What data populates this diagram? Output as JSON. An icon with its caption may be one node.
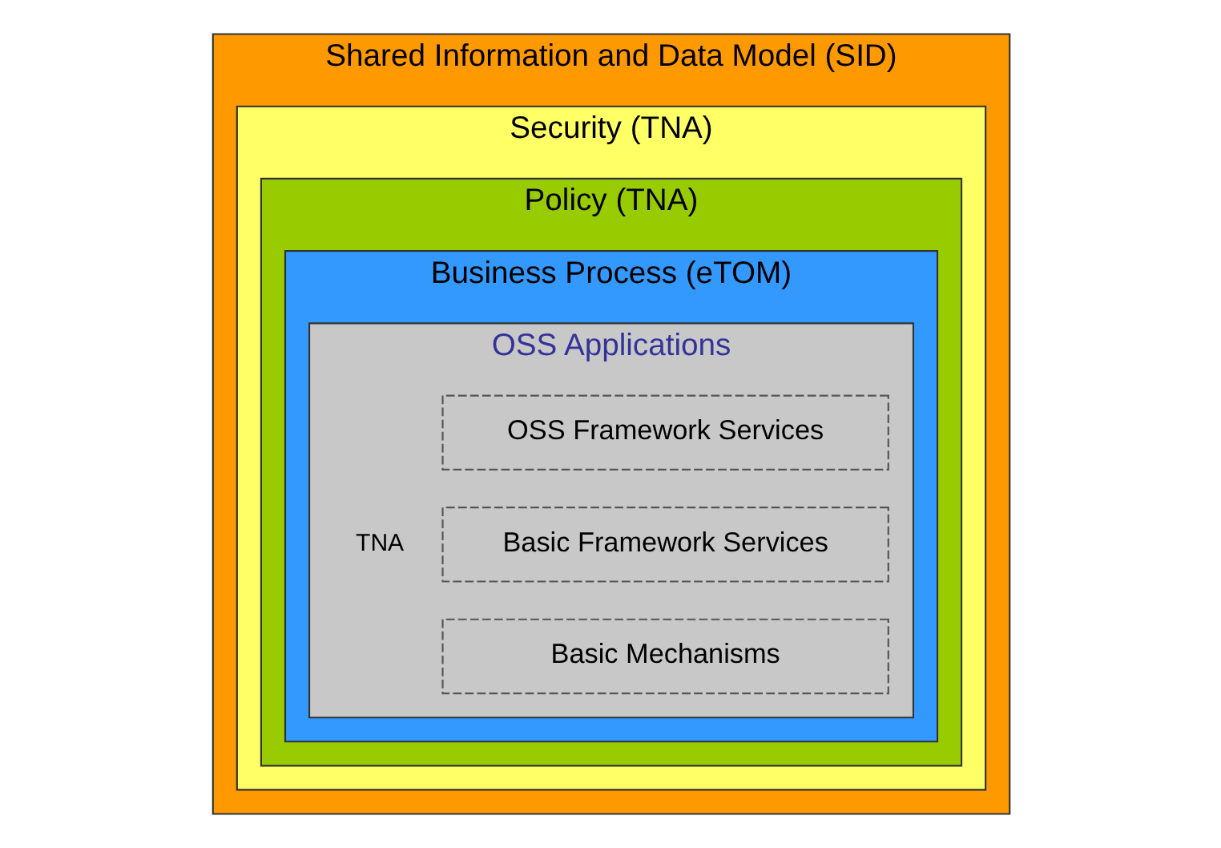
{
  "diagram": {
    "nodes": [
      {
        "text": [
          "Shared Information and Data Model (SID)"
        ]
      },
      {
        "text": [
          "Security (TNA)"
        ],
        "in": 0
      },
      {
        "text": [
          "Policy (TNA)"
        ],
        "in": 1
      },
      {
        "text": [
          "Business Process (eTOM)"
        ],
        "in": 2
      },
      {
        "text": [
          "OSS Applications"
        ],
        "in": 3
      },
      {
        "text": [
          "OSS Framework Services"
        ],
        "in": 4
      },
      {
        "text": [
          "Basic Framework Services"
        ],
        "in": 4
      },
      {
        "text": [
          "Basic Mechanisms"
        ],
        "in": 4
      }
    ],
    "edges": [],
    "labels": [
      "TNA"
    ]
  }
}
